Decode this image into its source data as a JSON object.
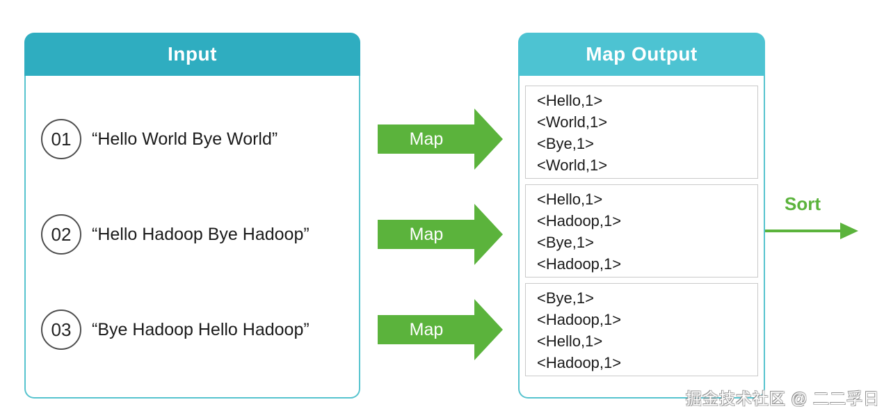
{
  "colors": {
    "input_header_teal": "#2fadc0",
    "output_header_teal": "#4dc3d2",
    "panel_border_teal": "#56c3ce",
    "arrow_green": "#5bb33c",
    "circle_border_gray": "#4d4d4d",
    "kv_box_border_gray": "#c9c9c9",
    "text_dark": "#1a1a1a"
  },
  "input_panel": {
    "title": "Input",
    "items": [
      {
        "number": "01",
        "text": "“Hello World Bye World”"
      },
      {
        "number": "02",
        "text": "“Hello Hadoop Bye Hadoop”"
      },
      {
        "number": "03",
        "text": "“Bye Hadoop Hello Hadoop”"
      }
    ]
  },
  "map_arrows": [
    {
      "label": "Map"
    },
    {
      "label": "Map"
    },
    {
      "label": "Map"
    }
  ],
  "map_output_panel": {
    "title": "Map Output",
    "groups": [
      {
        "pairs": [
          "<Hello,1>",
          "<World,1>",
          "<Bye,1>",
          "<World,1>"
        ]
      },
      {
        "pairs": [
          "<Hello,1>",
          "<Hadoop,1>",
          "<Bye,1>",
          "<Hadoop,1>"
        ]
      },
      {
        "pairs": [
          "<Bye,1>",
          "<Hadoop,1>",
          "<Hello,1>",
          "<Hadoop,1>"
        ]
      }
    ]
  },
  "sort": {
    "label": "Sort"
  },
  "watermark": "掘金技术社区 @ 二二孚日"
}
